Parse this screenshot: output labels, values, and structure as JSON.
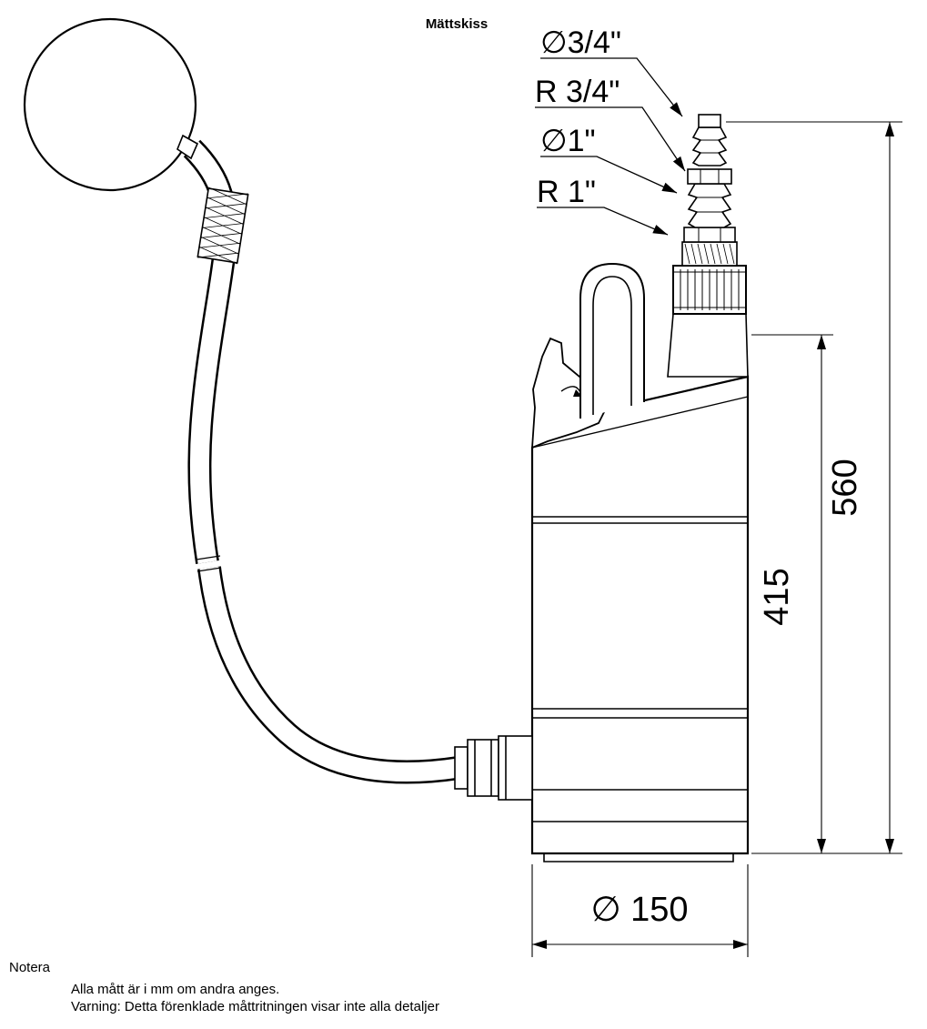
{
  "title": "Mättskiss",
  "fitting_labels": {
    "diameter_3_4": "∅3/4\"",
    "radius_3_4": "R 3/4\"",
    "diameter_1": "∅1\"",
    "radius_1": "R 1\""
  },
  "dimensions": {
    "overall_height": "560",
    "body_height": "415",
    "base_diameter": "∅ 150"
  },
  "notes": {
    "heading": "Notera",
    "line1": "Alla mått är i mm om andra anges.",
    "line2": "Varning: Detta förenklade måttritningen visar inte alla detaljer"
  },
  "colors": {
    "line": "#000000",
    "background": "#ffffff"
  }
}
